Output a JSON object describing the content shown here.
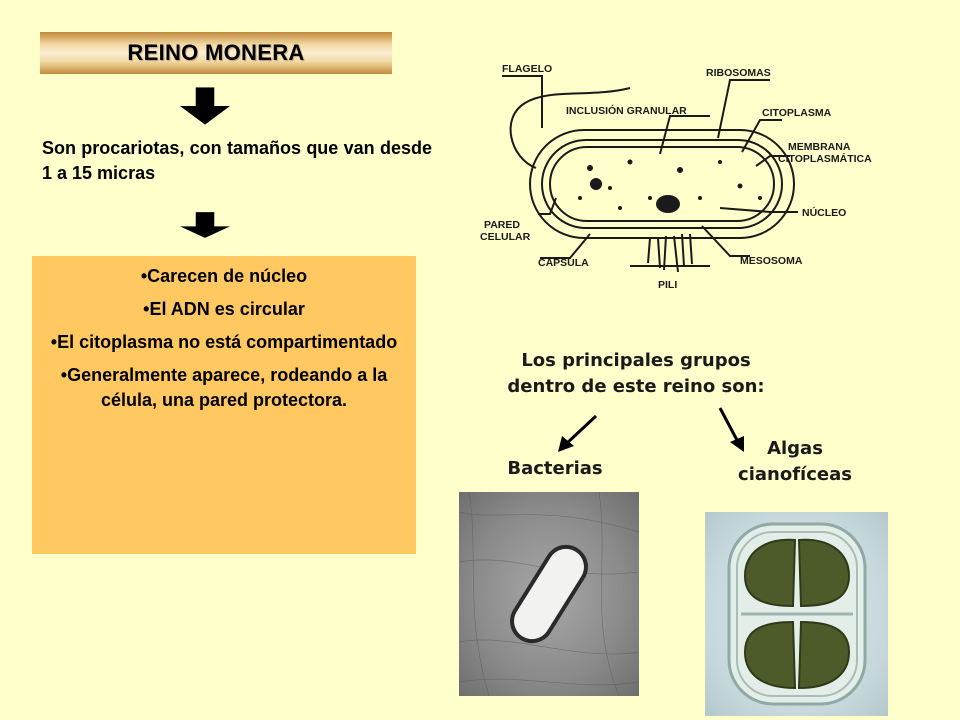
{
  "title": "REINO MONERA",
  "intro_text": "Son procariotas, con tamaños que van desde 1 a 15 micras",
  "features": [
    "•Carecen de núcleo",
    "•El ADN es circular",
    "•El citoplasma no está compartimentado",
    "•Generalmente aparece, rodeando a la célula, una pared protectora."
  ],
  "diagram_labels": {
    "flagelo": "FLAGELO",
    "ribosomas": "RIBOSOMAS",
    "inclusion": "INCLUSIÓN GRANULAR",
    "citoplasma": "CITOPLASMA",
    "membrana_1": "MEMBRANA",
    "membrana_2": "CITOPLASMÁTICA",
    "pared_1": "PARED",
    "pared_2": "CELULAR",
    "nucleo": "NÚCLEO",
    "capsula": "CÁPSULA",
    "mesosoma": "MESOSOMA",
    "pili": "PILI"
  },
  "groups_heading_line1": "Los principales grupos",
  "groups_heading_line2": "dentro de este reino son:",
  "group_bacterias": "Bacterias",
  "group_algas_line1": "Algas",
  "group_algas_line2": "cianofíceas",
  "colors": {
    "background": "#ffffcc",
    "feature_box": "#ffc860",
    "title_bar": "#f3d9a4"
  }
}
